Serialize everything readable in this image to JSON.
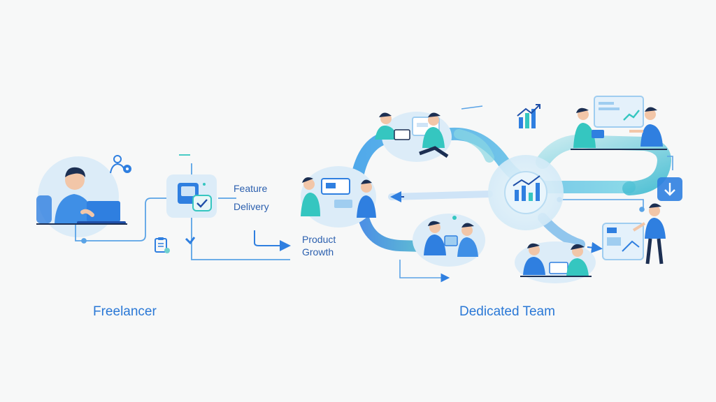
{
  "labels": {
    "freelancer": "Freelancer",
    "dedicated_team": "Dedicated Team",
    "feature": "Feature",
    "delivery": "Delivery",
    "product": "Product",
    "growth": "Growth"
  },
  "colors": {
    "background": "#f7f8f8",
    "primary_blue": "#2f7fe0",
    "dark_blue": "#1f4fa8",
    "teal": "#35c6c0",
    "light_blue": "#cfe4f7",
    "line": "#5aa3e6",
    "skin": "#f2c6a8",
    "hair": "#1c2f52"
  },
  "icons": [
    "person-with-laptop-icon",
    "user-settings-icon",
    "clipboard-icon",
    "checked-document-icon",
    "bar-chart-up-icon",
    "hub-chart-icon",
    "download-arrow-icon",
    "team-meeting-icon"
  ]
}
